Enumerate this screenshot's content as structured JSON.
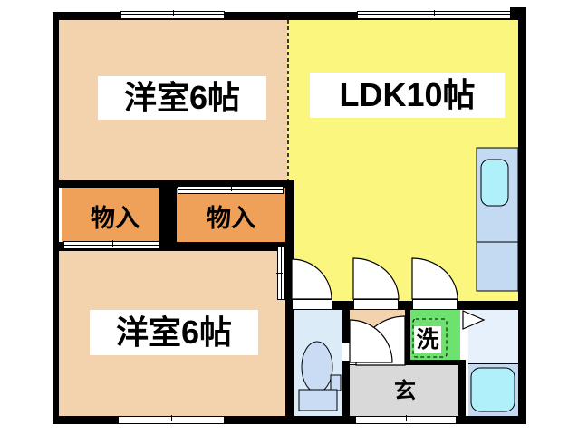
{
  "plan": {
    "rooms": {
      "western_top": {
        "label": "洋室6帖"
      },
      "ldk": {
        "label": "LDK10帖"
      },
      "closet_left": {
        "label": "物入"
      },
      "closet_right": {
        "label": "物入"
      },
      "western_bottom": {
        "label": "洋室6帖"
      },
      "laundry": {
        "label": "洗"
      },
      "entrance": {
        "label": "玄"
      }
    },
    "fixtures": [
      "kitchen-sink-icon",
      "toilet-icon",
      "bathtub-icon",
      "washing-machine-icon",
      "door-swing-icon",
      "sliding-door-icon",
      "window-icon",
      "entrance-door-icon",
      "bath-door-pennant-icon"
    ],
    "colors": {
      "wall": "#000000",
      "room_peach": "#f2d3ae",
      "closet_orange": "#f0a159",
      "ldk_yellow": "#fbf77e",
      "toilet_blue": "#dcebf8",
      "fixture_blue": "#c9dcf4",
      "counter_blue": "#c4d9f2",
      "bath_upper_blue": "#e6f1fb",
      "bath_lower_blue": "#c4d9f2",
      "cyan": "#b0f0fa",
      "laundry_green": "#6ee26e",
      "entrance_gray": "#d9d9d9"
    }
  }
}
